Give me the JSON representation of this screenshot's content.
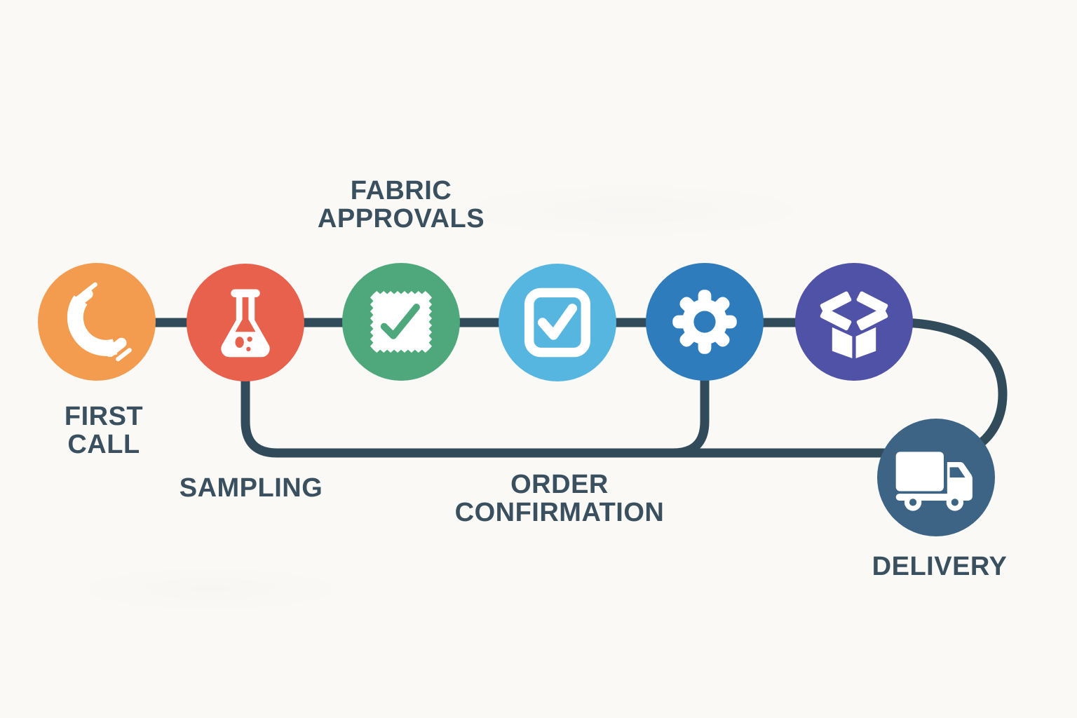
{
  "diagram": {
    "background_color": "#FAF9F6",
    "connector_color": "#324B5A",
    "label_color": "#3A505F",
    "steps": [
      {
        "name": "first-call",
        "icon": "phone-icon",
        "color": "#F39C4F",
        "label_lines": [
          "FIRST",
          "CALL"
        ]
      },
      {
        "name": "sampling",
        "icon": "flask-icon",
        "color": "#E7614C",
        "label_lines": [
          "SAMPLING"
        ]
      },
      {
        "name": "fabric-approvals",
        "icon": "fabric-swatch-check-icon",
        "color": "#4EA87B",
        "label_lines": [
          "FABRIC",
          "APPROVALS"
        ]
      },
      {
        "name": "order-confirmation",
        "icon": "checkbox-check-icon",
        "color": "#57B6DF",
        "label_lines": [
          "ORDER",
          "CONFIRMATION"
        ]
      },
      {
        "name": "production",
        "icon": "gear-icon",
        "color": "#2F7CBC",
        "label_lines": []
      },
      {
        "name": "packing",
        "icon": "open-box-icon",
        "color": "#4F52A6",
        "label_lines": []
      },
      {
        "name": "delivery",
        "icon": "truck-icon",
        "color": "#3D6385",
        "label_lines": [
          "DELIVERY"
        ]
      }
    ]
  }
}
